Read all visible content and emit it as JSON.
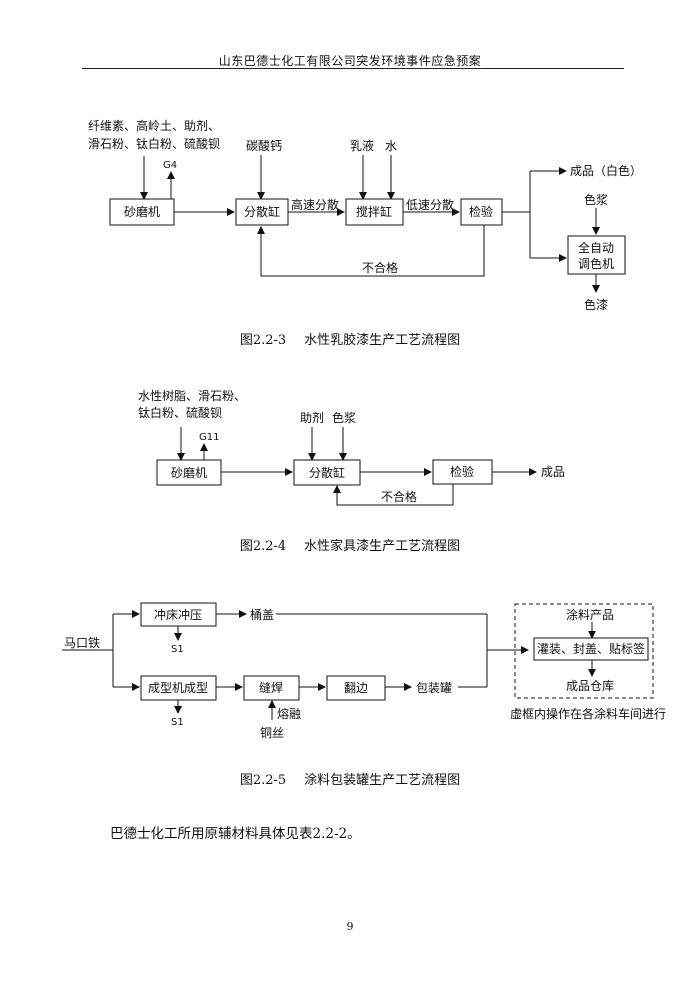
{
  "header": {
    "title": "山东巴德士化工有限公司突发环境事件应急预案"
  },
  "fig1": {
    "caption_num": "图2.2-3",
    "caption_text": "水性乳胶漆生产工艺流程图",
    "inputs_line1": "纤维素、高岭土、助剂、",
    "inputs_line2": "滑石粉、钛白粉、硫酸钡",
    "g4": "G4",
    "box_mill": "砂磨机",
    "caco3": "碳酸钙",
    "box_disperse": "分散缸",
    "high_speed": "高速分散",
    "latex": "乳液",
    "water": "水",
    "box_mixer": "搅拌缸",
    "low_speed": "低速分散",
    "box_inspect": "检验",
    "unqualified": "不合格",
    "product_white": "成品（白色）",
    "pigment": "色浆",
    "box_auto_line1": "全自动",
    "box_auto_line2": "调色机",
    "color_paint": "色漆"
  },
  "fig2": {
    "caption_num": "图2.2-4",
    "caption_text": "水性家具漆生产工艺流程图",
    "inputs_line1": "水性树脂、滑石粉、",
    "inputs_line2": "钛白粉、硫酸钡",
    "g11": "G11",
    "box_mill": "砂磨机",
    "additive": "助剂",
    "pigment": "色浆",
    "box_disperse": "分散缸",
    "box_inspect": "检验",
    "product": "成品",
    "unqualified": "不合格"
  },
  "fig3": {
    "caption_num": "图2.2-5",
    "caption_text": "涂料包装罐生产工艺流程图",
    "tinplate": "马口铁",
    "box_punch": "冲床冲压",
    "s1_top": "S1",
    "bucket_lid": "桶盖",
    "box_forming": "成型机成型",
    "s1_bottom": "S1",
    "box_weld": "缝焊",
    "melt": "熔融",
    "copper_wire": "铜丝",
    "box_flange": "翻边",
    "can": "包装罐",
    "coating_product": "涂料产品",
    "box_fill": "灌装、封盖、贴标签",
    "warehouse": "成品仓库",
    "dashed_note": "虚框内操作在各涂料车间进行"
  },
  "body": {
    "text": "巴德士化工所用原辅材料具体见表2.2-2。"
  },
  "page_number": "9"
}
